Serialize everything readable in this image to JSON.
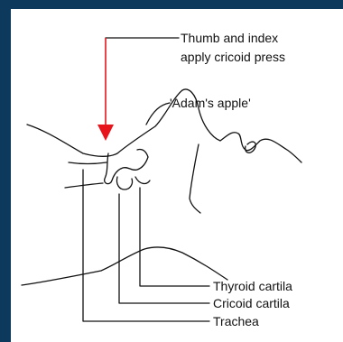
{
  "labels": {
    "thumb_line1": "Thumb and index",
    "thumb_line2": "apply cricoid press",
    "adams_apple": "'Adam's apple'",
    "thyroid": "Thyroid cartila",
    "cricoid": "Cricoid cartila",
    "trachea": "Trachea"
  },
  "colors": {
    "background": "#0d3a5c",
    "panel": "#ffffff",
    "ink": "#111111",
    "arrow": "#e8141c"
  }
}
